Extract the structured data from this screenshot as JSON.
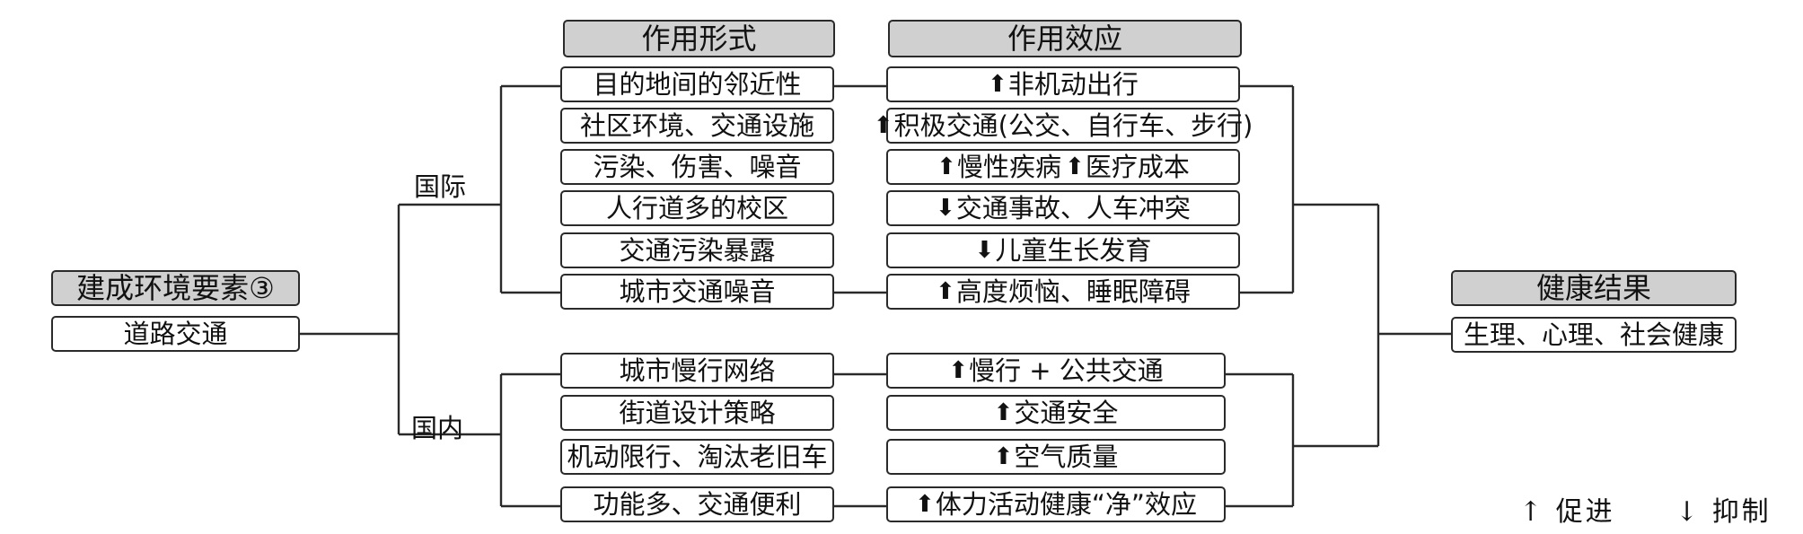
{
  "headers": {
    "form": "作用形式",
    "effect": "作用效应"
  },
  "left": {
    "title": "建成环境要素③",
    "value": "道路交通"
  },
  "right": {
    "title": "健康结果",
    "value": "生理、心理、社会健康"
  },
  "groups": {
    "international": "国际",
    "domestic": "国内"
  },
  "forms": {
    "international": [
      "目的地间的邻近性",
      "社区环境、交通设施",
      "污染、伤害、噪音",
      "人行道多的校区",
      "交通污染暴露",
      "城市交通噪音"
    ],
    "domestic": [
      "城市慢行网络",
      "街道设计策略",
      "机动限行、淘汰老旧车",
      "功能多、交通便利"
    ]
  },
  "effects": {
    "international": [
      {
        "a1": "up",
        "t1": "非机动出行",
        "a2": "",
        "t2": ""
      },
      {
        "a1": "up",
        "t1": "积极交通(公交、自行车、步行)",
        "a2": "",
        "t2": ""
      },
      {
        "a1": "up",
        "t1": "慢性疾病",
        "a2": "up",
        "t2": "医疗成本"
      },
      {
        "a1": "down",
        "t1": "交通事故、人车冲突",
        "a2": "",
        "t2": ""
      },
      {
        "a1": "down",
        "t1": "儿童生长发育",
        "a2": "",
        "t2": ""
      },
      {
        "a1": "up",
        "t1": "高度烦恼、睡眠障碍",
        "a2": "",
        "t2": ""
      }
    ],
    "domestic": [
      {
        "a1": "up",
        "t1": "慢行 + 公共交通",
        "a2": "",
        "t2": ""
      },
      {
        "a1": "up",
        "t1": "交通安全",
        "a2": "",
        "t2": ""
      },
      {
        "a1": "up",
        "t1": "空气质量",
        "a2": "",
        "t2": ""
      },
      {
        "a1": "up",
        "t1": "体力活动健康“净”效应",
        "a2": "",
        "t2": ""
      }
    ]
  },
  "legend": {
    "promote_icon": "up-arrow",
    "promote": "促进",
    "inhibit_icon": "down-arrow",
    "inhibit": "抑制"
  },
  "colors": {
    "header_fill": "#d0d0d0",
    "line": "#2a2a2a"
  }
}
